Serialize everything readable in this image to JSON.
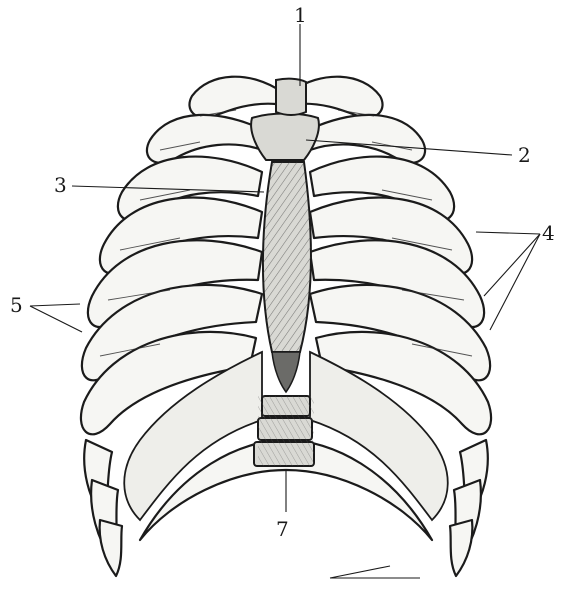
{
  "labels": {
    "l1": "1",
    "l2": "2",
    "l3": "3",
    "l4": "4",
    "l5": "5",
    "l7": "7"
  }
}
